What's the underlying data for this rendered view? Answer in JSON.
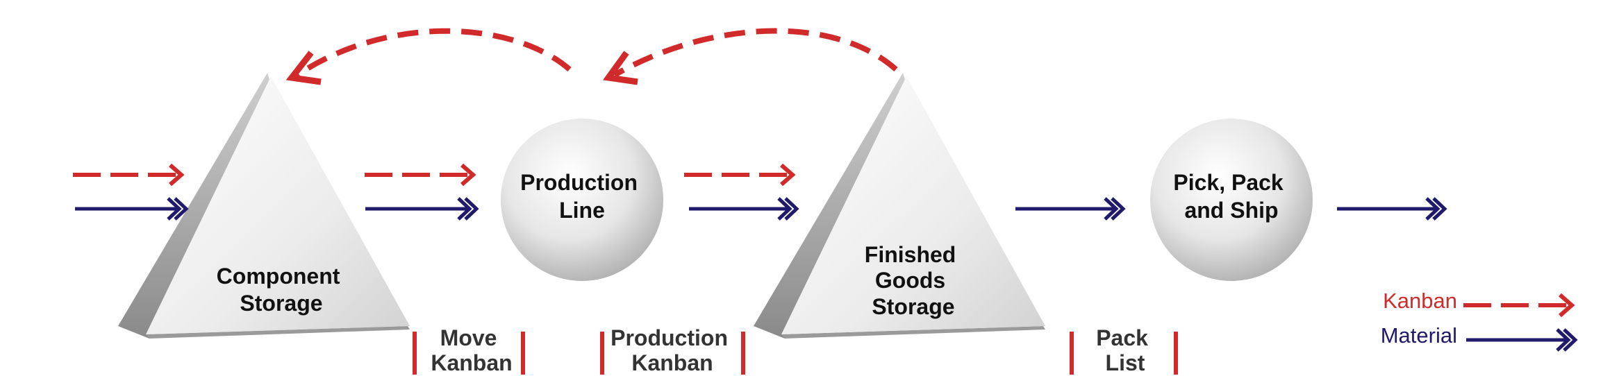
{
  "nodes": {
    "component_storage": [
      "Component",
      "Storage"
    ],
    "production_line": [
      "Production",
      "Line"
    ],
    "finished_goods_storage": [
      "Finished",
      "Goods",
      "Storage"
    ],
    "pick_pack_ship": [
      "Pick, Pack",
      "and Ship"
    ]
  },
  "cards": {
    "move_kanban": [
      "Move",
      "Kanban"
    ],
    "production_kanban": [
      "Production",
      "Kanban"
    ],
    "pack_list": [
      "Pack",
      "List"
    ]
  },
  "legend": {
    "kanban": "Kanban",
    "material": "Material"
  },
  "colors": {
    "kanban": "#d12a2a",
    "material": "#1f1a6b"
  }
}
